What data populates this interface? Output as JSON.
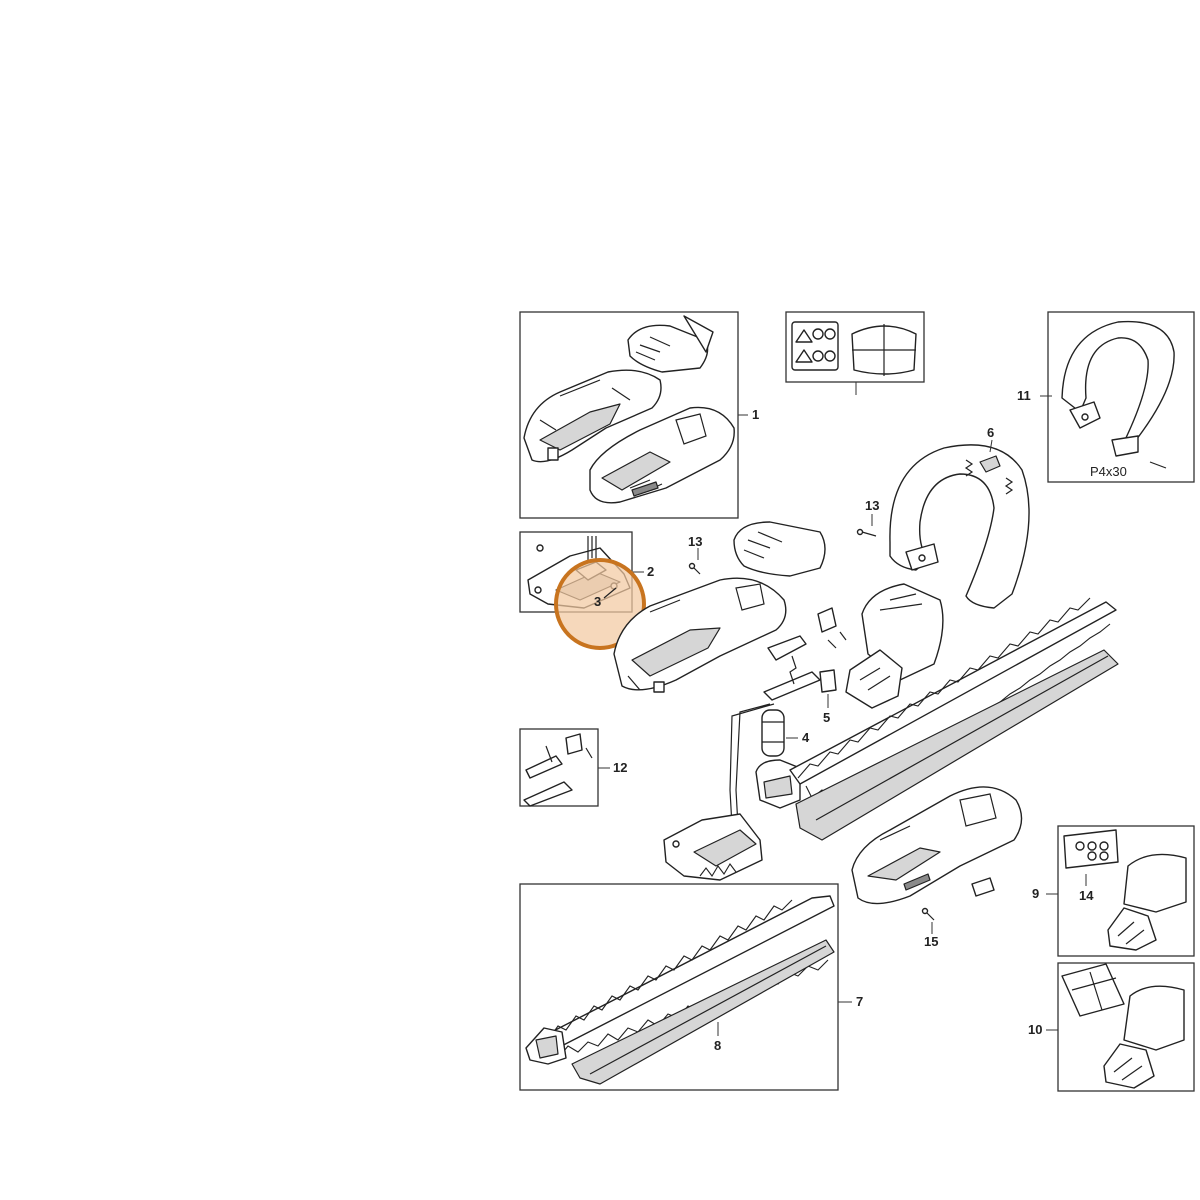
{
  "callouts": {
    "c1": "1",
    "c2": "2",
    "c3": "3",
    "c4": "4",
    "c5": "5",
    "c6": "6",
    "c7": "7",
    "c8": "8",
    "c9": "9",
    "c10": "10",
    "c11": "11",
    "c12": "12",
    "c13a": "13",
    "c13b": "13",
    "c14": "14",
    "c15": "15",
    "screw": "P4x30"
  },
  "highlight": {
    "color": "#c8741f",
    "fill": "#f3c9a1"
  },
  "colors": {
    "line": "#222222",
    "frame": "#333333",
    "shade": "#d6d6d6"
  }
}
